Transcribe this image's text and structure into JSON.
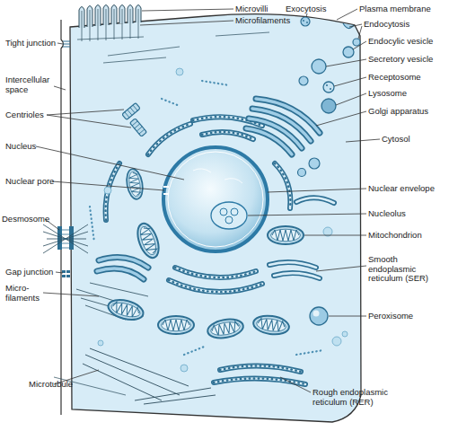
{
  "diagram": {
    "labels": [
      "Microvilli",
      "Microfilaments",
      "Exocytosis",
      "Plasma membrane",
      "Endocytosis",
      "Tight junction",
      "Endocylic vesicle",
      "Intercellular space",
      "Secretory vesicle",
      "Centrioles",
      "Receptosome",
      "Lysosome",
      "Nucleus",
      "Golgi apparatus",
      "Cytosol",
      "Nuclear pore",
      "Nuclear envelope",
      "Desmosome",
      "Nucleolus",
      "Mitochondrion",
      "Smooth endoplasmic reticulum (SER)",
      "Gap junction",
      "Micro- filaments",
      "Peroxisome",
      "Microtubule",
      "Rough endoplasmic reticulum (RER)"
    ]
  }
}
